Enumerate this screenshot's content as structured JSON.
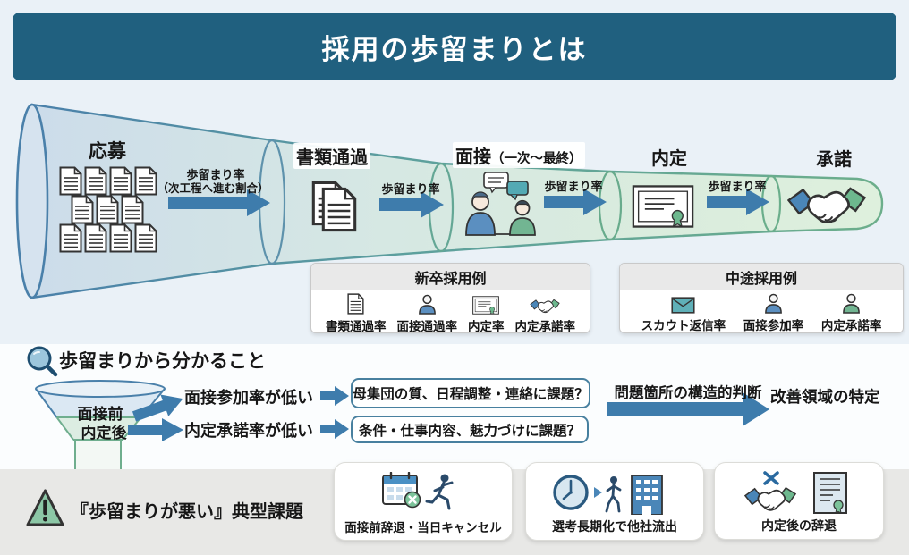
{
  "header": {
    "title": "採用の歩留まりとは"
  },
  "funnel": {
    "rate_label": "歩留まり率",
    "rate_note": "（次工程へ進む割合）",
    "stages": [
      {
        "label": "応募",
        "icon": "application-documents-icon"
      },
      {
        "label": "書類通過",
        "icon": "document-pass-icon"
      },
      {
        "label": "面接",
        "sublabel": "（一次〜最終）",
        "icon": "interview-icon"
      },
      {
        "label": "内定",
        "icon": "offer-certificate-icon"
      },
      {
        "label": "承諾",
        "icon": "acceptance-handshake-icon"
      }
    ]
  },
  "examples": [
    {
      "title": "新卒採用例",
      "items": [
        {
          "label": "書類通過率",
          "icon": "document-icon"
        },
        {
          "label": "面接通過率",
          "icon": "person-blue-icon"
        },
        {
          "label": "内定率",
          "icon": "certificate-icon"
        },
        {
          "label": "内定承諾率",
          "icon": "handshake-icon"
        }
      ]
    },
    {
      "title": "中途採用例",
      "items": [
        {
          "label": "スカウト返信率",
          "icon": "envelope-icon"
        },
        {
          "label": "面接参加率",
          "icon": "person-blue-icon"
        },
        {
          "label": "内定承諾率",
          "icon": "person-green-icon"
        }
      ]
    }
  ],
  "insight": {
    "heading": "歩留まりから分かること",
    "funnel_segments": [
      {
        "label": "面接前"
      },
      {
        "label": "内定後"
      }
    ],
    "rows": [
      {
        "symptom": "面接参加率が低い",
        "hypothesis": "母集団の質、日程調整・連絡に課題？"
      },
      {
        "symptom": "内定承諾率が低い",
        "hypothesis": "条件・仕事内容、魅力づけに課題？"
      }
    ],
    "process_label": "問題箇所の構造的判断",
    "outcome": "改善領域の特定"
  },
  "issues": {
    "heading": "『歩留まりが悪い』典型課題",
    "cards": [
      {
        "label": "面接前辞退・当日キャンセル",
        "icon": "calendar-cancel-runner-icon"
      },
      {
        "label": "選考長期化で他社流出",
        "icon": "clock-person-building-icon"
      },
      {
        "label": "内定後の辞退",
        "icon": "handshake-cancel-document-icon"
      }
    ]
  },
  "colors": {
    "banner": "#20607f",
    "arrow": "#3e7cac",
    "funnel_blue": "#ccdcea",
    "funnel_green": "#dcefdc",
    "stroke_blue": "#4a80aa",
    "stroke_green": "#6fae8e",
    "top_bg": "#eaf1f7",
    "bottom_bar": "#e8e8e6",
    "accent_green": "#7cc39a",
    "person_blue": "#5b8fc0",
    "person_green": "#72b592"
  }
}
